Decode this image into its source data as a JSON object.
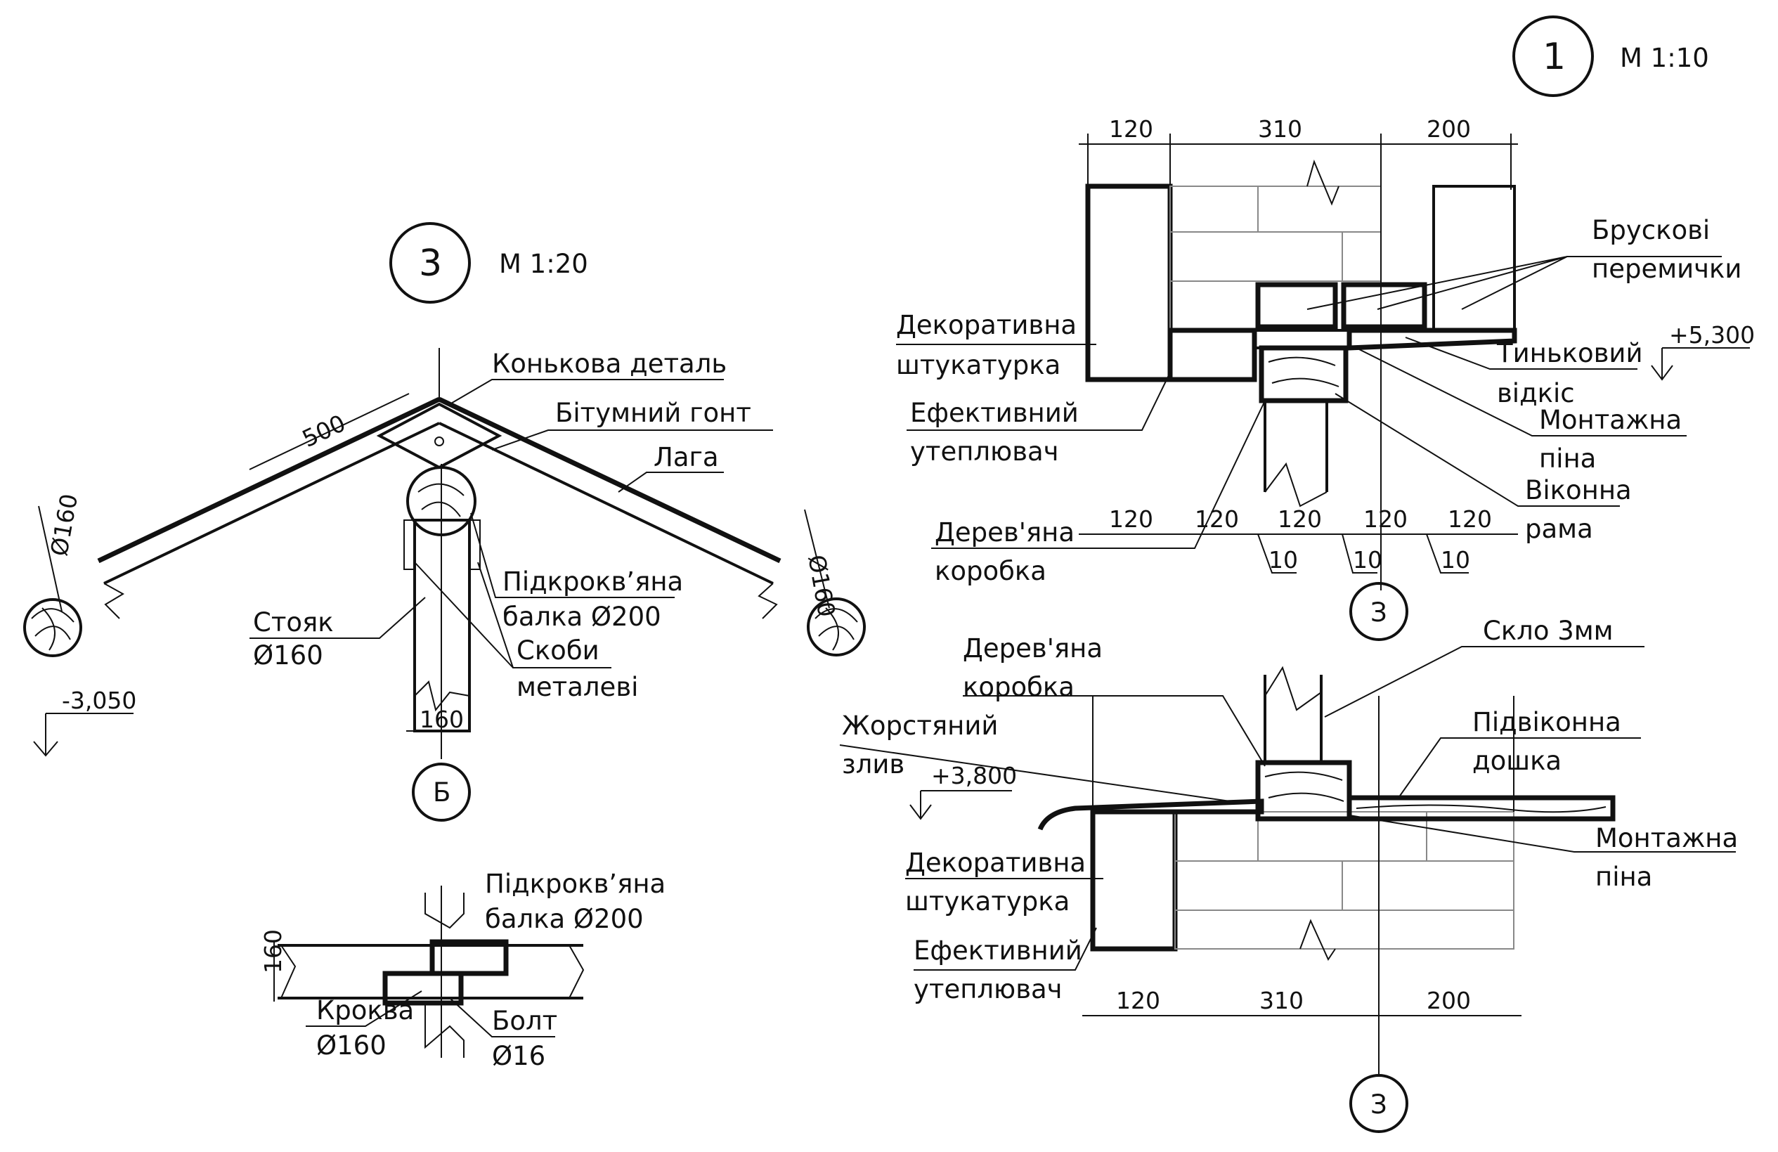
{
  "detail_1": {
    "mark": "1",
    "scale": "М 1:10",
    "dims_top": [
      "120",
      "310",
      "200"
    ],
    "dims_bottom": [
      "120",
      "120",
      "120",
      "120",
      "120"
    ],
    "dims_gaps": [
      "10",
      "10",
      "10"
    ],
    "axis": "З",
    "level": "+5,300",
    "labels": {
      "bruskovi_1": "Брускові",
      "bruskovi_2": "перемички",
      "dekor_1": "Декоративна",
      "dekor_2": "штукатурка",
      "tinkovyi_1": "Тиньковий",
      "tinkovyi_2": "відкіс",
      "efekt_1": "Ефективний",
      "efekt_2": "утеплювач",
      "montazh_1": "Монтажна",
      "montazh_2": "піна",
      "vikonna_1": "Віконна",
      "vikonna_2": "рама",
      "derev_1": "Дерев'яна",
      "derev_2": "коробка"
    }
  },
  "detail_3": {
    "mark": "3",
    "scale": "М 1:20",
    "dim_slope": "500",
    "dim_left": "Ø160",
    "dim_right": "Ø160",
    "dim_post": "160",
    "axis": "Б",
    "level": "-3,050",
    "labels": {
      "konkova": "Конькова деталь",
      "bitumnyi": "Бітумний гонт",
      "laga": "Лага",
      "pidkrok_1": "Підкроквʼяна",
      "pidkrok_2": "балка Ø200",
      "stoiak_1": "Стояк",
      "stoiak_2": "Ø160",
      "skoby_1": "Скоби",
      "skoby_2": "металеві"
    }
  },
  "joint_detail": {
    "dim_height": "160",
    "labels": {
      "pidkrok_1": "Підкроквʼяна",
      "pidkrok_2": "балка Ø200",
      "krokva_1": "Кроква",
      "krokva_2": "Ø160",
      "bolt_1": "Болт",
      "bolt_2": "Ø16"
    }
  },
  "detail_sill": {
    "dims": [
      "120",
      "310",
      "200"
    ],
    "axis": "З",
    "level": "+3,800",
    "labels": {
      "sklo": "Скло 3мм",
      "derev_1": "Дерев'яна",
      "derev_2": "коробка",
      "zhorst_1": "Жорстяний",
      "zhorst_2": "злив",
      "pidvik_1": "Підвіконна",
      "pidvik_2": "дошка",
      "montazh_1": "Монтажна",
      "montazh_2": "піна",
      "dekor_1": "Декоративна",
      "dekor_2": "штукатурка",
      "efekt_1": "Ефективний",
      "efekt_2": "утеплювач"
    }
  }
}
